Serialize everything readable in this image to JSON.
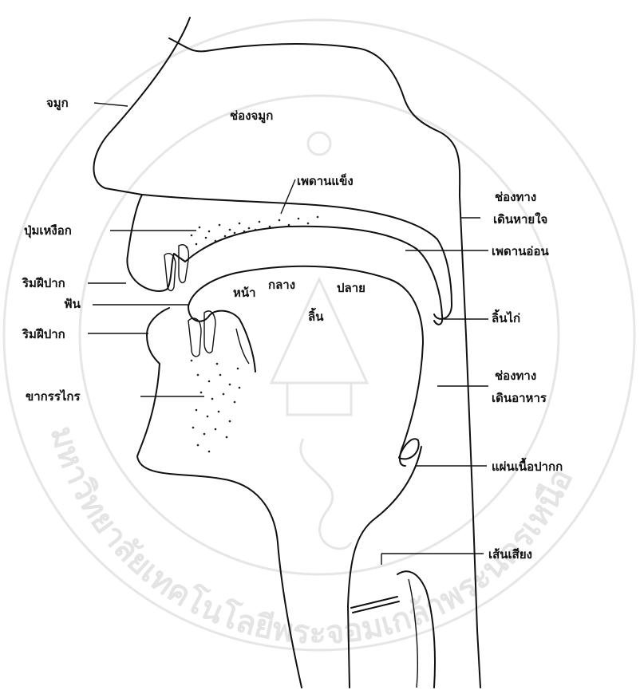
{
  "labels": {
    "nose": "จมูก",
    "nasal_cavity": "ช่องจมูก",
    "hard_palate": "เพดานแข็ง",
    "nasal_passage_l1": "ช่องทาง",
    "nasal_passage_l2": "เดินหายใจ",
    "alveolar_ridge": "ปุ่มเหงือก",
    "soft_palate": "เพดานอ่อน",
    "upper_lip": "ริมฝีปาก",
    "teeth": "ฟัน",
    "tongue_front": "หน้า",
    "tongue_middle": "กลาง",
    "tongue_back": "ปลาย",
    "tongue": "ลิ้น",
    "uvula": "ลิ้นไก่",
    "lower_lip": "ริมฝีปาก",
    "food_passage_l1": "ช่องทาง",
    "food_passage_l2": "เดินอาหาร",
    "lower_jaw": "ขากรรไกร",
    "epiglottis": "แผ่นเนื้อปากก",
    "vocal_cords": "เส้นเสียง"
  },
  "watermark": {
    "text": "มหาวิทยาลัยเทคโนโลยีพระจอมเกล้าพระนครเหนือ"
  }
}
